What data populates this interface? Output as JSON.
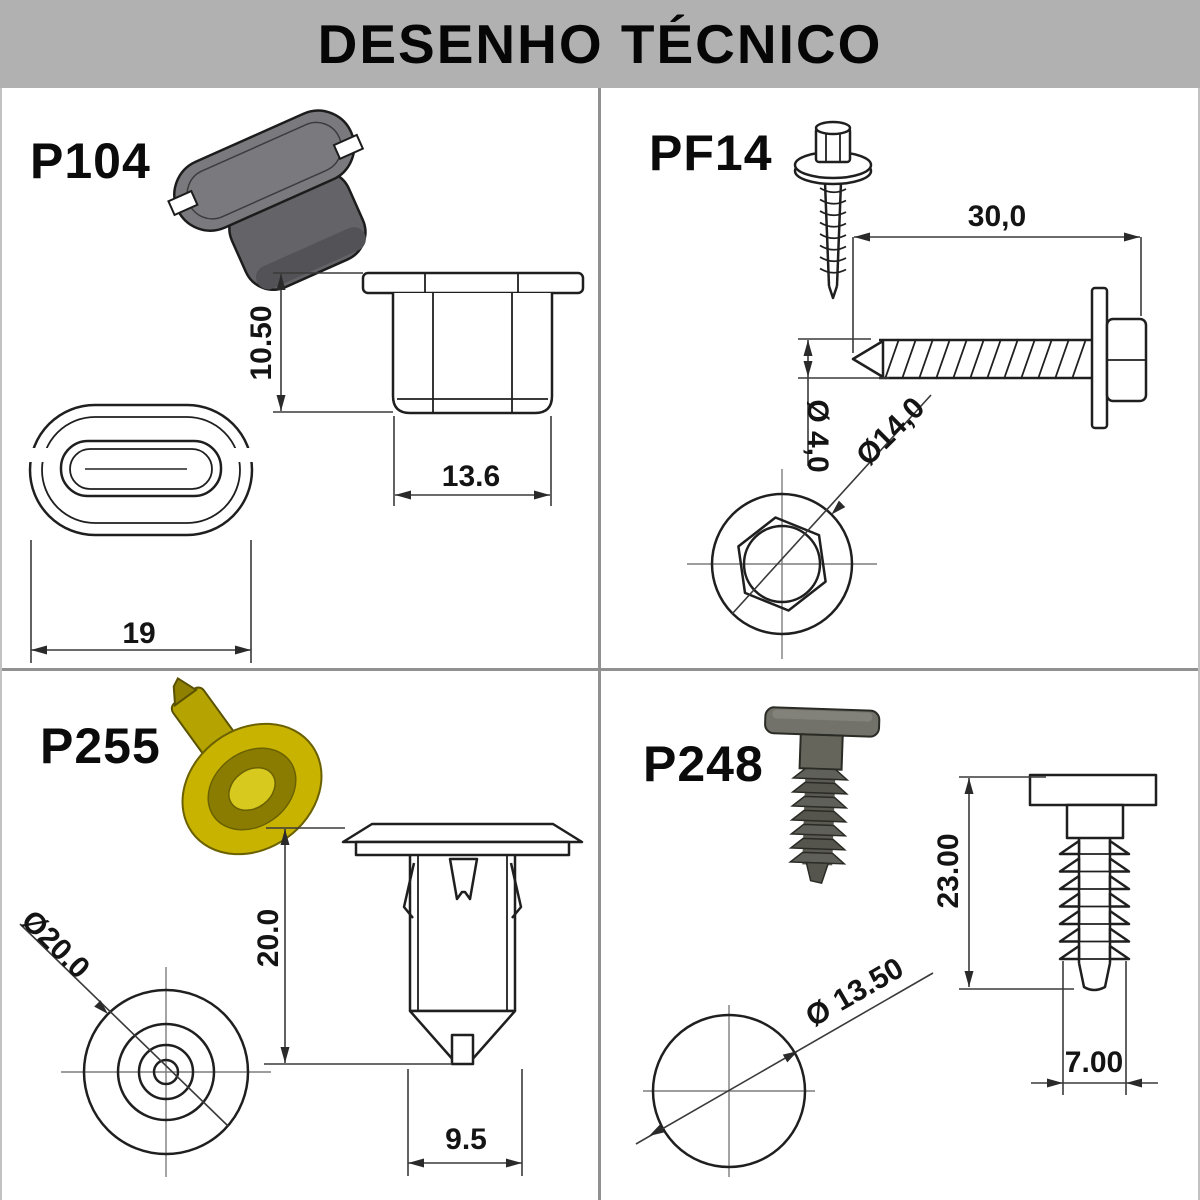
{
  "header": {
    "title": "DESENHO TÉCNICO"
  },
  "parts": {
    "p104": {
      "code": "P104",
      "dim_height": "10.50",
      "dim_width": "13.6",
      "dim_length": "19"
    },
    "pf14": {
      "code": "PF14",
      "dim_length": "30,0",
      "dim_shaft_diameter": "Ø 4,0",
      "dim_head_diameter": "Ø14,0"
    },
    "p255": {
      "code": "P255",
      "dim_flange_diameter": "Ø20.0",
      "dim_height": "20.0",
      "dim_body_width": "9.5"
    },
    "p248": {
      "code": "P248",
      "dim_height": "23.00",
      "dim_head_diameter": "Ø 13.50",
      "dim_body_width": "7.00"
    }
  },
  "colors": {
    "header_bg": "#b1b1b1",
    "line": "#1f1f1f",
    "p104_part": "#6d6d71",
    "p255_part": "#c8b400",
    "p248_part": "#66665e"
  }
}
